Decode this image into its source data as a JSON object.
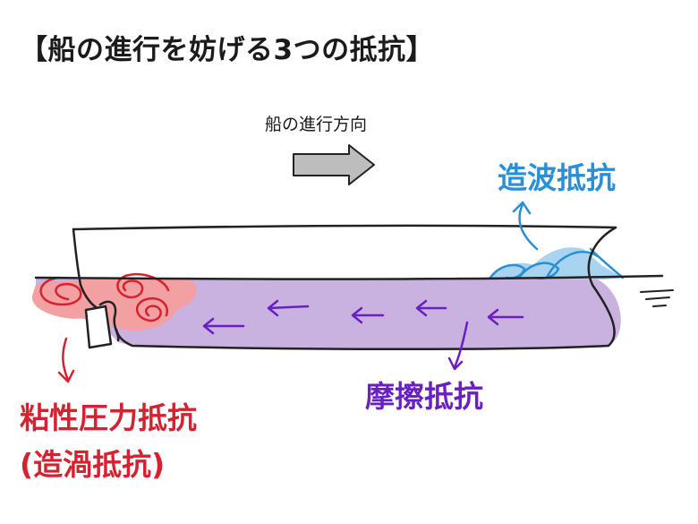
{
  "title": "【船の進行を妨げる3つの抵抗】",
  "direction_label": "船の進行方向",
  "labels": {
    "wave": "造波抵抗",
    "friction": "摩擦抵抗",
    "pressure_line1": "粘性圧力抵抗",
    "pressure_line2": "(造渦抵抗)"
  },
  "colors": {
    "wave": "#2a8fd6",
    "wave_fill": "#a9d4f0",
    "friction": "#6a1fc2",
    "friction_fill": "#c9b1e0",
    "pressure": "#d42230",
    "pressure_fill": "#f3a0a2",
    "line": "#222222",
    "arrow_fill": "#bdbdbd"
  }
}
